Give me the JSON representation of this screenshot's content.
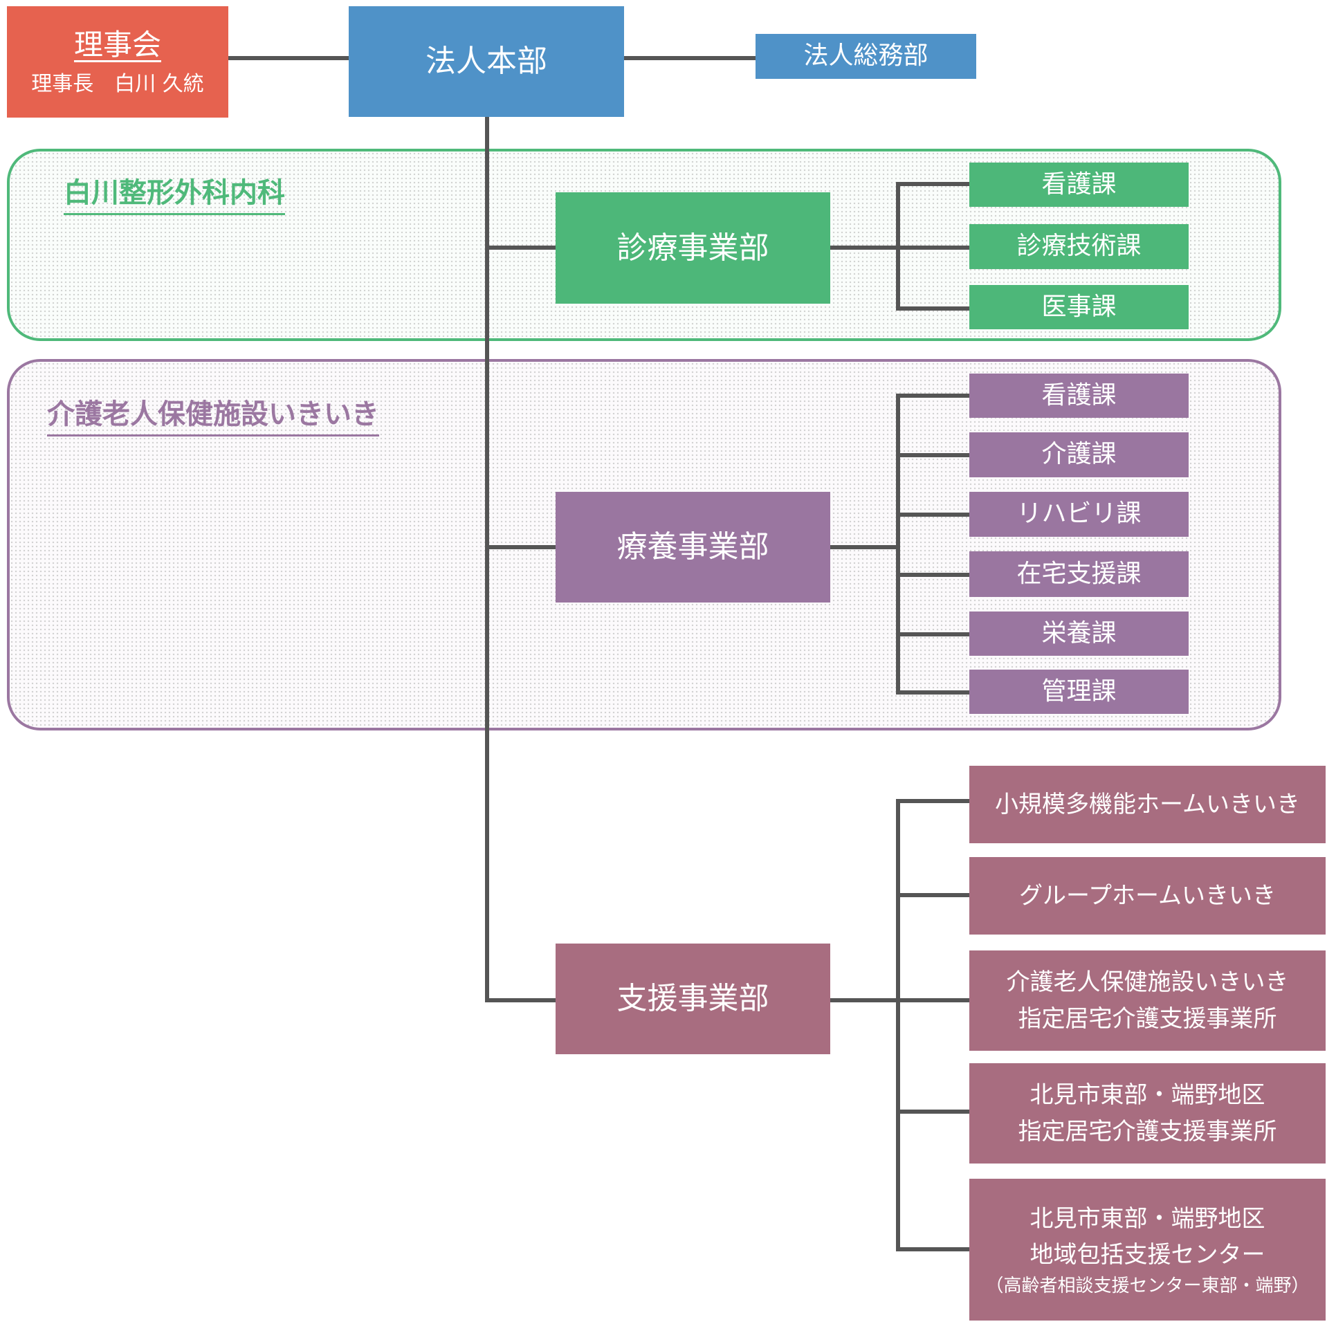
{
  "board": {
    "title": "理事会",
    "chair": "理事長　白川 久統"
  },
  "headquarters": {
    "title": "法人本部"
  },
  "general_affairs": {
    "title": "法人総務部"
  },
  "clinic": {
    "section_title": "白川整形外科内科",
    "department": "診療事業部",
    "units": [
      "看護課",
      "診療技術課",
      "医事課"
    ]
  },
  "care_facility": {
    "section_title": "介護老人保健施設いきいき",
    "department": "療養事業部",
    "units": [
      "看護課",
      "介護課",
      "リハビリ課",
      "在宅支援課",
      "栄養課",
      "管理課"
    ]
  },
  "support": {
    "department": "支援事業部",
    "units": [
      {
        "line1": "小規模多機能ホームいきいき"
      },
      {
        "line1": "グループホームいきいき"
      },
      {
        "line1": "介護老人保健施設いきいき",
        "line2": "指定居宅介護支援事業所"
      },
      {
        "line1": "北見市東部・端野地区",
        "line2": "指定居宅介護支援事業所"
      },
      {
        "line1": "北見市東部・端野地区",
        "line2": "地域包括支援センター",
        "note": "（高齢者相談支援センター東部・端野）"
      }
    ]
  },
  "colors": {
    "board": "#e6624f",
    "headquarters": "#4f92c8",
    "clinic": "#4db779",
    "care_facility": "#9a76a0",
    "support": "#a86d80",
    "connector": "#555555"
  }
}
